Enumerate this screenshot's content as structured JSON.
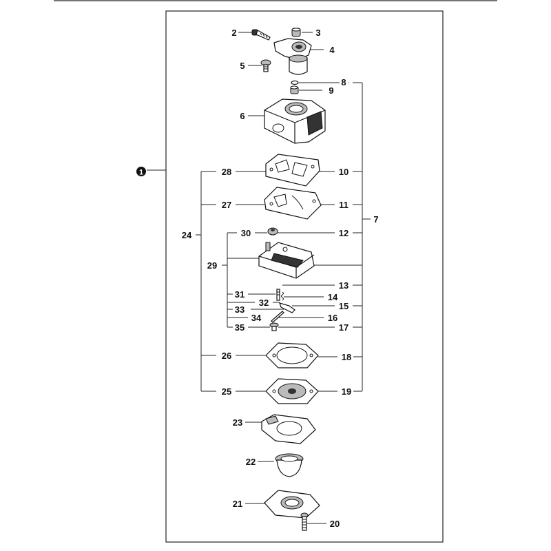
{
  "diagram": {
    "assembly_label": "1",
    "labels": [
      "2",
      "3",
      "4",
      "5",
      "6",
      "7",
      "8",
      "9",
      "10",
      "11",
      "12",
      "13",
      "14",
      "15",
      "16",
      "17",
      "18",
      "19",
      "20",
      "21",
      "22",
      "23",
      "24",
      "25",
      "26",
      "27",
      "28",
      "29",
      "30",
      "31",
      "32",
      "33",
      "34",
      "35"
    ]
  }
}
